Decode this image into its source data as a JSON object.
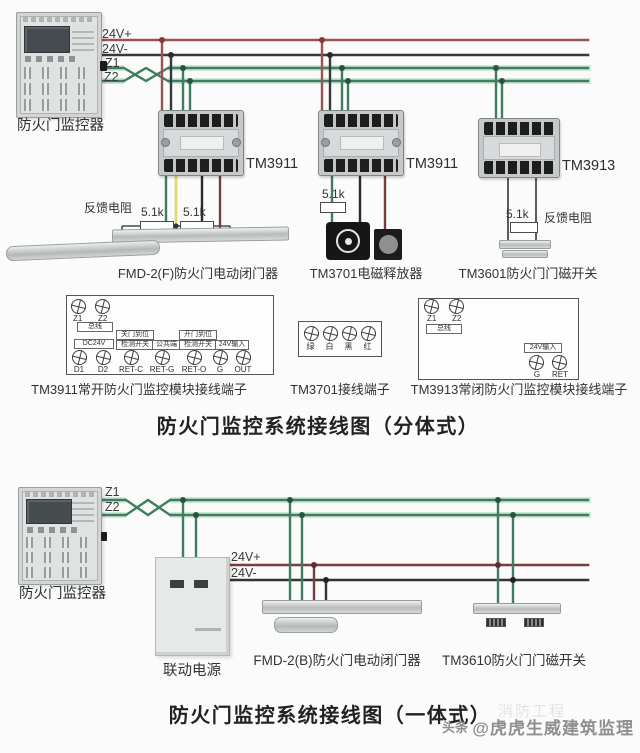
{
  "colors": {
    "wire_24v_plus": "#9b5252",
    "wire_24v_minus": "#383838",
    "wire_bus_green": "#3e7d60",
    "wire_yellow": "#ddd96a",
    "wire_dark_red": "#7a3b3b"
  },
  "top": {
    "panel_label": "防火门监控器",
    "bus": {
      "vp": "24V+",
      "vm": "24V-",
      "z1": "Z1",
      "z2": "Z2"
    },
    "module1_label": "TM3911",
    "module2_label": "TM3911",
    "module3_label": "TM3913",
    "feedback_left": "反馈电阻",
    "r1": "5.1k",
    "r2": "5.1k",
    "r3": "5.1k",
    "r4": "5.1k",
    "feedback_right": "反馈电阻",
    "device1_caption": "FMD-2(F)防火门电动闭门器",
    "device2_caption": "TM3701电磁释放器",
    "device3_caption": "TM3601防火门门磁开关",
    "tb1": {
      "z1": "Z1",
      "z2": "Z2",
      "bus_tag": "总线",
      "dc_tag": "DC24V",
      "tag_close_1": "关门到位",
      "tag_close_2": "检测开关",
      "tag_common": "公共端",
      "tag_open_1": "开门到位",
      "tag_open_2": "检测开关",
      "tag_24v": "24V输入",
      "terminals": [
        "D1",
        "D2",
        "RET-C",
        "RET-G",
        "RET-O",
        "G",
        "OUT"
      ],
      "caption": "TM3911常开防火门监控模块接线端子"
    },
    "tb2": {
      "terminals": [
        "绿",
        "白",
        "黑",
        "红"
      ],
      "caption": "TM3701接线端子"
    },
    "tb3": {
      "z1": "Z1",
      "z2": "Z2",
      "bus_tag": "总线",
      "tag_24v": "24V输入",
      "terminals": [
        "G",
        "RET"
      ],
      "caption": "TM3913常闭防火门监控模块接线端子"
    },
    "title": "防火门监控系统接线图（分体式）"
  },
  "bottom": {
    "panel_label": "防火门监控器",
    "bus": {
      "z1": "Z1",
      "z2": "Z2",
      "vp": "24V+",
      "vm": "24V-"
    },
    "power_caption": "联动电源",
    "device1_caption": "FMD-2(B)防火门电动闭门器",
    "device2_caption": "TM3610防火门门磁开关",
    "title": "防火门监控系统接线图（一体式）"
  },
  "watermark": {
    "prefix": "头条",
    "handle": "@虎虎生威建筑监理",
    "ghost": "消防工程"
  }
}
